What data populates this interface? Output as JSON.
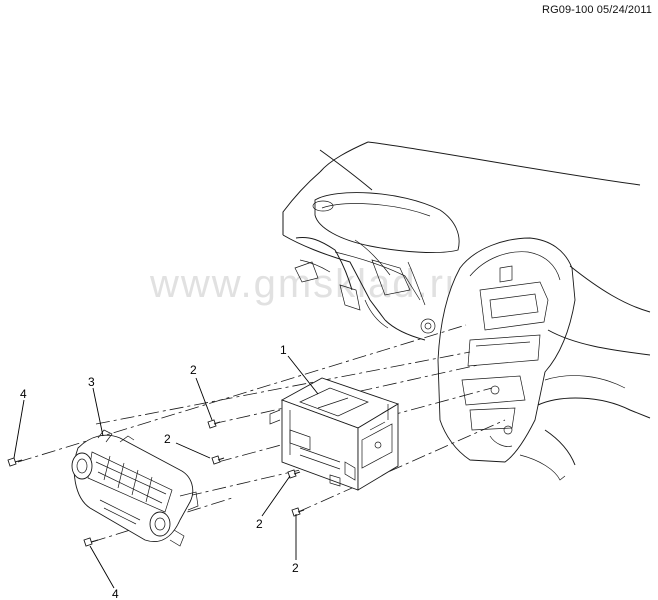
{
  "header": {
    "reference": "RG09-100 05/24/2011"
  },
  "watermark": {
    "text": "www.gmsklad.ru"
  },
  "callouts": [
    {
      "id": "c1",
      "label": "1"
    },
    {
      "id": "c2a",
      "label": "2"
    },
    {
      "id": "c2b",
      "label": "2"
    },
    {
      "id": "c2c",
      "label": "2"
    },
    {
      "id": "c2d",
      "label": "2"
    },
    {
      "id": "c3",
      "label": "3"
    },
    {
      "id": "c4a",
      "label": "4"
    },
    {
      "id": "c4b",
      "label": "4"
    }
  ]
}
